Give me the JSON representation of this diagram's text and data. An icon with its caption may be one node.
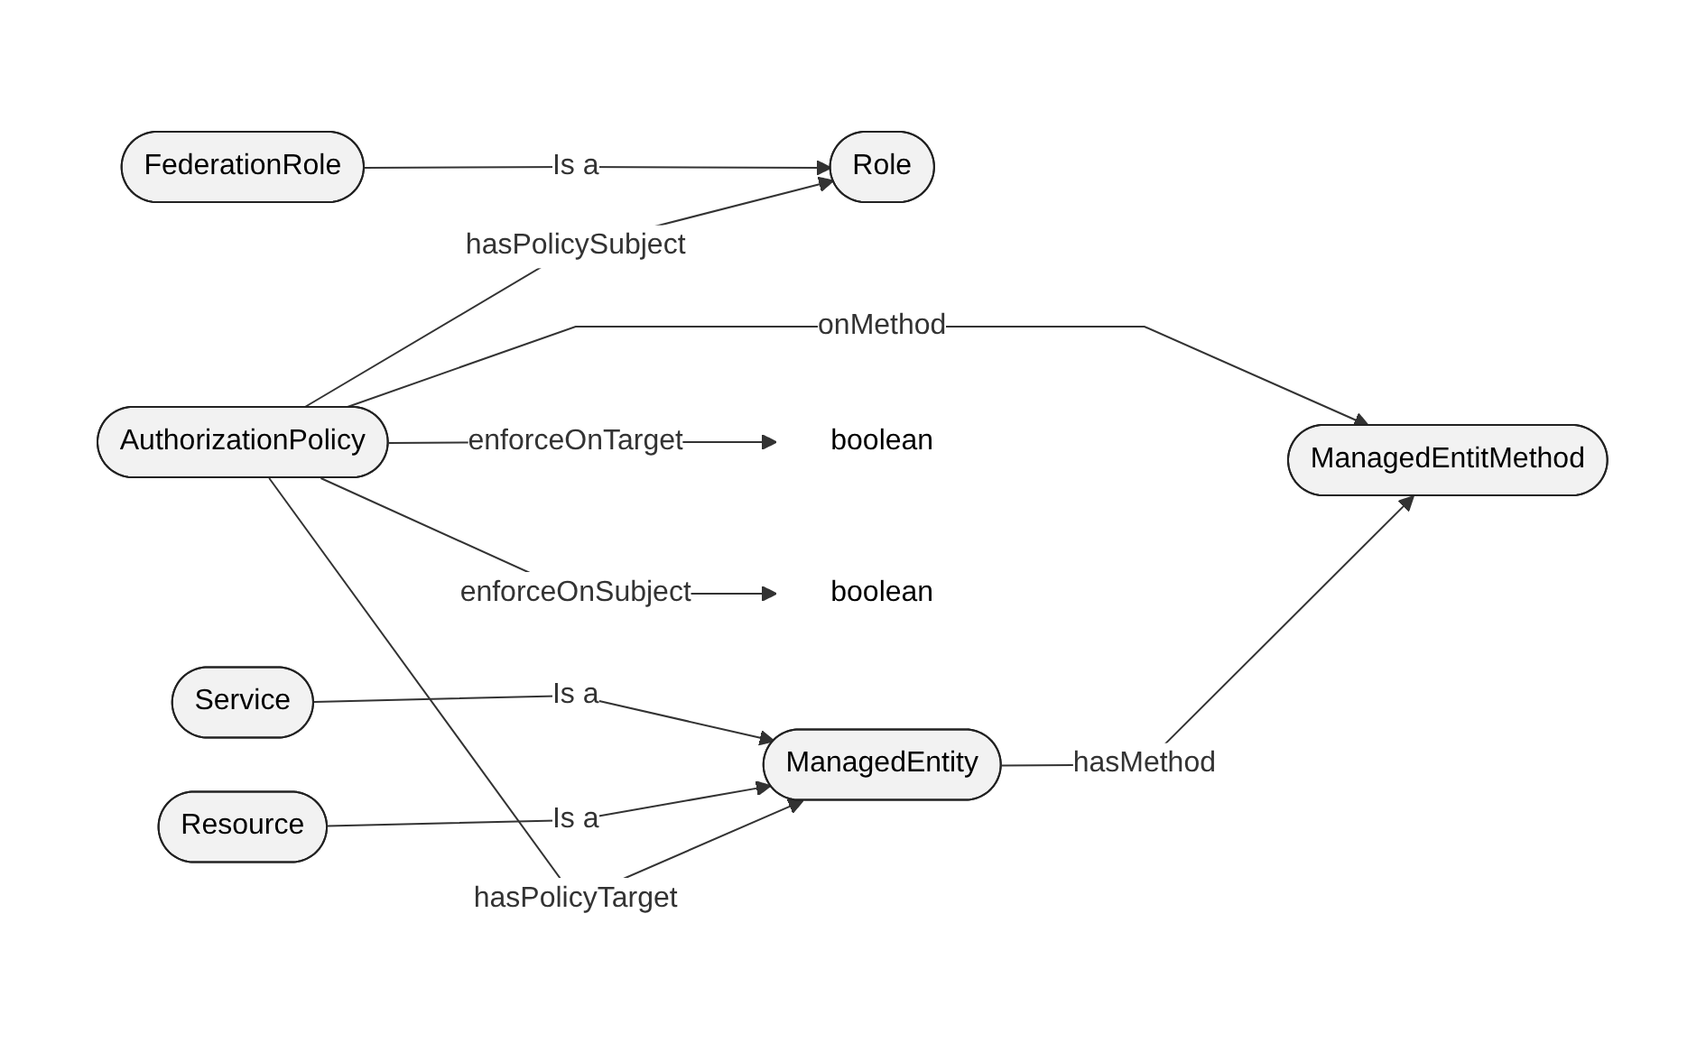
{
  "diagram": {
    "nodes": [
      {
        "text": [
          "Role"
        ]
      },
      {
        "text": [
          "FederationRole"
        ]
      },
      {
        "text": [
          "Resource"
        ]
      },
      {
        "text": [
          "AuthorizationPolicy"
        ]
      },
      {
        "text": [
          "ManagedEntity"
        ]
      },
      {
        "text": [
          "Service"
        ]
      },
      {
        "text": [
          "ManagedEntitMethod"
        ]
      },
      {
        "text": [
          "boolean"
        ]
      },
      {
        "text": [
          "boolean"
        ]
      }
    ],
    "edges": [
      {
        "from": 3,
        "to": 0,
        "arrow": "to",
        "label": "hasPolicySubject"
      },
      {
        "from": 1,
        "to": 0,
        "arrow": "to",
        "label": "Is a"
      },
      {
        "from": 3,
        "to": 4,
        "arrow": "to",
        "label": "hasPolicyTarget"
      },
      {
        "from": 2,
        "to": 4,
        "arrow": "to",
        "label": "Is a"
      },
      {
        "from": 5,
        "to": 4,
        "arrow": "to",
        "label": "Is a"
      },
      {
        "from": 4,
        "to": 6,
        "arrow": "to",
        "label": "hasMethod"
      },
      {
        "from": 3,
        "to": 6,
        "arrow": "to",
        "label": "onMethod"
      },
      {
        "from": 3,
        "to": 7,
        "arrow": "to",
        "label": "enforceOnTarget"
      },
      {
        "from": 3,
        "to": 8,
        "arrow": "to",
        "label": "enforceOnSubject"
      }
    ]
  }
}
